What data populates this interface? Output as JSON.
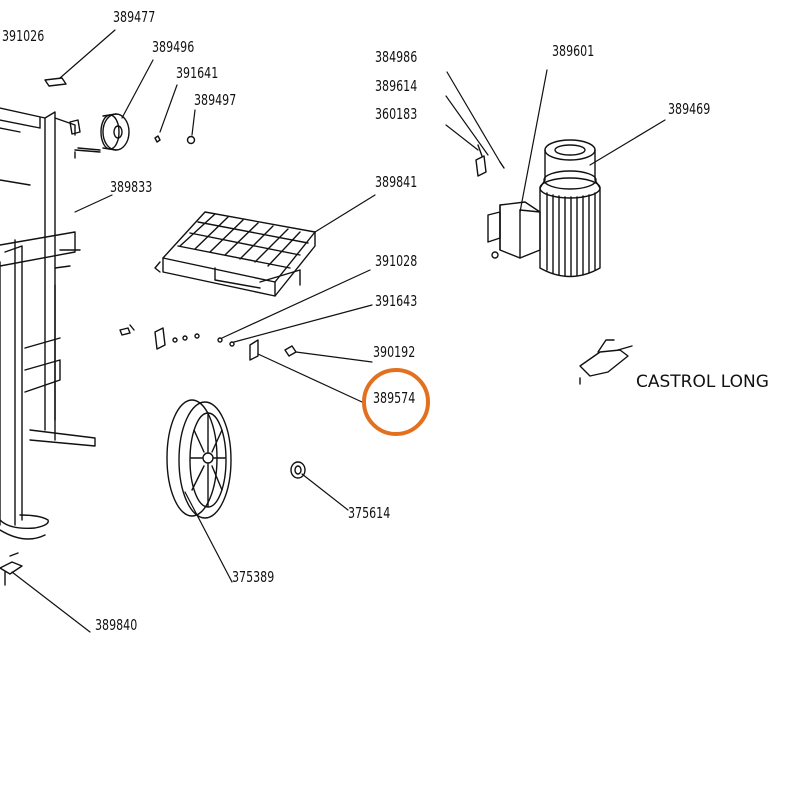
{
  "diagram": {
    "part_labels": {
      "top_left_cut": "391026",
      "p389477": "389477",
      "p389496": "389496",
      "p391641": "391641",
      "p389497": "389497",
      "p389833": "389833",
      "p389841": "389841",
      "p384986": "384986",
      "p389614": "389614",
      "p360183": "360183",
      "p389601": "389601",
      "p389469": "389469",
      "p391028": "391028",
      "p391643": "391643",
      "p390192": "390192",
      "p389574": "389574",
      "p375614": "375614",
      "p375389": "375389",
      "p389840": "389840"
    },
    "note": "CASTROL LONG",
    "highlight": {
      "part": "389574",
      "color": "#E2701F"
    }
  }
}
